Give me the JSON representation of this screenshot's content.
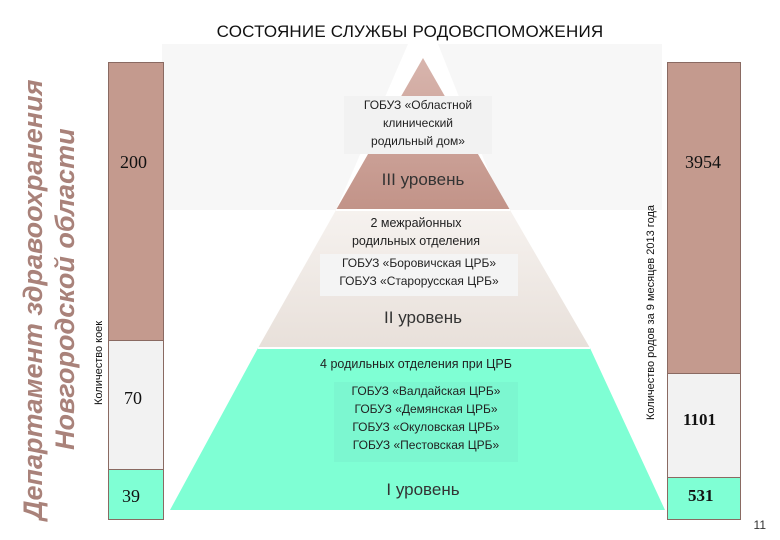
{
  "title": "СОСТОЯНИЕ СЛУЖБЫ РОДОВСПОМОЖЕНИЯ",
  "org": {
    "line1": "Департамент здравоохранения",
    "line2": "Новгородской области"
  },
  "left_axis_label": "Количество коек",
  "right_axis_label": "Количество родов за 9 месяцев 2013 года",
  "levels": {
    "level3": {
      "name": "III уровень",
      "desc": [
        "ГОБУЗ «Областной",
        "клинический",
        "родильный дом»"
      ],
      "beds": "200",
      "births": "3954"
    },
    "level2": {
      "name": "II уровень",
      "desc": "2 межрайонных родильных отделения",
      "desc_lines": [
        "2 межрайонных",
        "родильных отделения"
      ],
      "hospitals": [
        "ГОБУЗ «Боровичская ЦРБ»",
        "ГОБУЗ «Старорусская ЦРБ»"
      ],
      "beds": "70",
      "births": "1101"
    },
    "level1": {
      "name": "I уровень",
      "desc": "4 родильных отделения при ЦРБ",
      "hospitals": [
        "ГОБУЗ «Валдайская ЦРБ»",
        "ГОБУЗ «Демянская ЦРБ»",
        "ГОБУЗ «Окуловская ЦРБ»",
        "ГОБУЗ «Пестовская ЦРБ»"
      ],
      "beds": "39",
      "births": "531"
    }
  },
  "colors": {
    "brown": "#c49a8e",
    "light": "#f2f2f2",
    "green": "#7fffd4",
    "pyramid_top": "#c9a096",
    "pyramid_mid": "#efe9e4",
    "pyramid_bottom": "#7fffd4"
  },
  "page_number": "11"
}
